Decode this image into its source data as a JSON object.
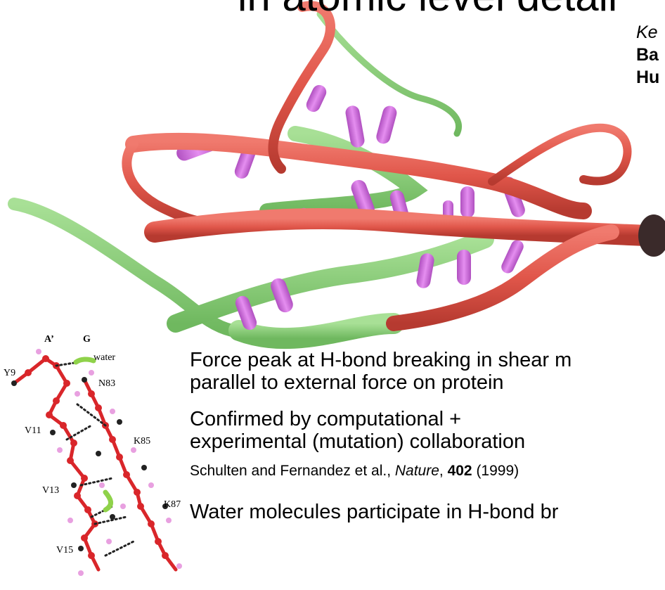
{
  "slide": {
    "title": "in atomic level detail",
    "side_credits": {
      "line1": "Ke",
      "line2": "Ba",
      "line3": "Hu"
    }
  },
  "hbond_diagram": {
    "strand_labels": {
      "left": "A’",
      "right": "G"
    },
    "residue_labels": [
      "Y9",
      "V11",
      "V13",
      "V15",
      "N83",
      "K85",
      "K87"
    ],
    "water_label": "water",
    "colors": {
      "backbone": "#d9262a",
      "atom_pink": "#e8a0e0",
      "atom_dark": "#222222",
      "water": "#8fd24a"
    }
  },
  "body": {
    "force_peak_line1": "Force peak at H-bond breaking in shear m",
    "force_peak_line2": "parallel to external force on protein",
    "confirmed_line1": "Confirmed by computational +",
    "confirmed_line2": "experimental (mutation) collaboration",
    "citation_authors": "Schulten and Fernandez et al., ",
    "citation_journal": "Nature",
    "citation_volume": "402",
    "citation_year": " (1999)",
    "water_line": "Water molecules participate in H-bond br"
  },
  "protein_colors": {
    "beta_red": "#e0564a",
    "coil_green": "#8ad07a",
    "cylinder_violet": "#d878e0",
    "end_dark": "#3a2a2a"
  }
}
